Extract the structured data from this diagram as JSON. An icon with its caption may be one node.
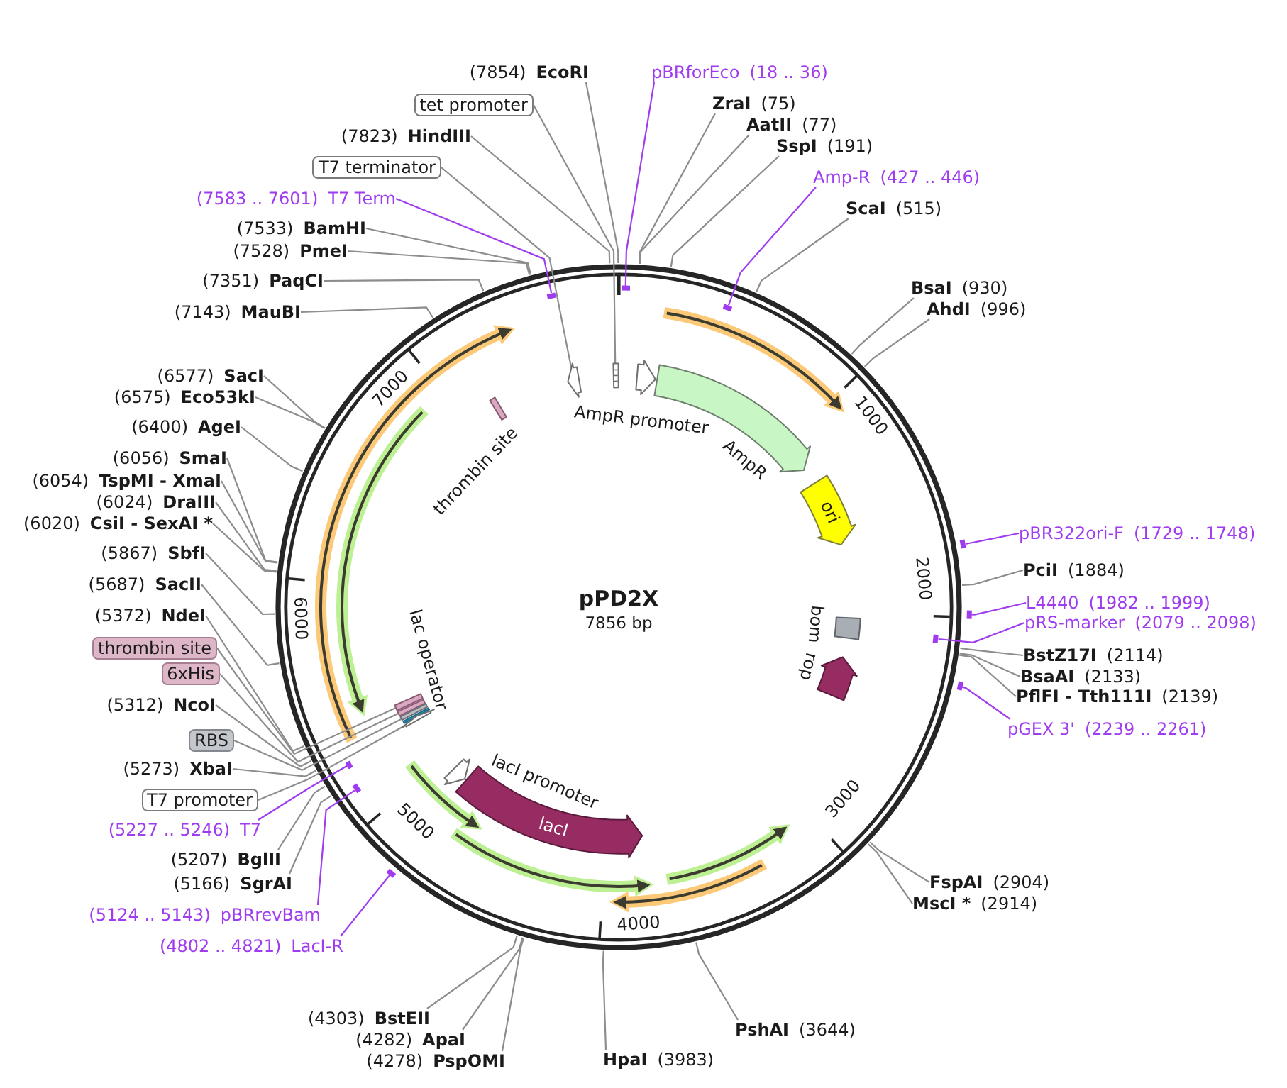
{
  "diagram": {
    "title": "pPD2X",
    "nodes": [
      {
        "text": [
          "pBRforEco",
          "(18 .. 36)"
        ]
      },
      {
        "text": [
          "ZraI",
          "(75)"
        ]
      },
      {
        "text": [
          "AatII",
          "(77)"
        ]
      },
      {
        "text": [
          "SspI",
          "(191)"
        ]
      },
      {
        "text": [
          "Amp-R",
          "(427 .. 446)"
        ]
      },
      {
        "text": [
          "ScaI",
          "(515)"
        ]
      },
      {
        "text": [
          "BsaI",
          "(930)"
        ]
      },
      {
        "text": [
          "AhdI",
          "(996)"
        ]
      },
      {
        "text": [
          "pBR322ori-F",
          "(1729 .. 1748)"
        ]
      },
      {
        "text": [
          "PciI",
          "(1884)"
        ]
      },
      {
        "text": [
          "L4440",
          "(1982 .. 1999)"
        ]
      },
      {
        "text": [
          "pRS-marker",
          "(2079 .. 2098)"
        ]
      },
      {
        "text": [
          "BstZ17I",
          "(2114)"
        ]
      },
      {
        "text": [
          "BsaAI",
          "(2133)"
        ]
      },
      {
        "text": [
          "PflFI - Tth111I",
          "(2139)"
        ]
      },
      {
        "text": [
          "pGEX 3'",
          "(2239 .. 2261)"
        ]
      },
      {
        "text": [
          "FspAI",
          "(2904)"
        ]
      },
      {
        "text": [
          "MscI *",
          "(2914)"
        ]
      },
      {
        "text": [
          "PshAI",
          "(3644)"
        ]
      },
      {
        "text": [
          "HpaI",
          "(3983)"
        ]
      },
      {
        "text": [
          "(4278)",
          "PspOMI"
        ]
      },
      {
        "text": [
          "(4282)",
          "ApaI"
        ]
      },
      {
        "text": [
          "(4303)",
          "BstEII"
        ]
      },
      {
        "text": [
          "(4802 .. 4821)",
          "LacI-R"
        ]
      },
      {
        "text": [
          "(5124 .. 5143)",
          "pBRrevBam"
        ]
      },
      {
        "text": [
          "(5166)",
          "SgrAI"
        ]
      },
      {
        "text": [
          "(5207)",
          "BglII"
        ]
      },
      {
        "text": [
          "(5227 .. 5246)",
          "T7"
        ]
      },
      {
        "text": [
          "T7 promoter"
        ]
      },
      {
        "text": [
          "(5273)",
          "XbaI"
        ]
      },
      {
        "text": [
          "RBS"
        ]
      },
      {
        "text": [
          "(5312)",
          "NcoI"
        ]
      },
      {
        "text": [
          "6xHis"
        ]
      },
      {
        "text": [
          "thrombin site"
        ]
      },
      {
        "text": [
          "(5372)",
          "NdeI"
        ]
      },
      {
        "text": [
          "(5687)",
          "SacII"
        ]
      },
      {
        "text": [
          "(5867)",
          "SbfI"
        ]
      },
      {
        "text": [
          "(6020)",
          "CsiI - SexAI *"
        ]
      },
      {
        "text": [
          "(6024)",
          "DraIII"
        ]
      },
      {
        "text": [
          "(6054)",
          "TspMI - XmaI"
        ]
      },
      {
        "text": [
          "(6056)",
          "SmaI"
        ]
      },
      {
        "text": [
          "(6400)",
          "AgeI"
        ]
      },
      {
        "text": [
          "(6575)",
          "Eco53kI"
        ]
      },
      {
        "text": [
          "(6577)",
          "SacI"
        ]
      },
      {
        "text": [
          "(7143)",
          "MauBI"
        ]
      },
      {
        "text": [
          "(7351)",
          "PaqCI"
        ]
      },
      {
        "text": [
          "(7528)",
          "PmeI"
        ]
      },
      {
        "text": [
          "(7533)",
          "BamHI"
        ]
      },
      {
        "text": [
          "(7583 .. 7601)",
          "T7 Term"
        ]
      },
      {
        "text": [
          "T7 terminator"
        ]
      },
      {
        "text": [
          "(7823)",
          "HindIII"
        ]
      },
      {
        "text": [
          "tet promoter"
        ]
      },
      {
        "text": [
          "(7854)",
          "EcoRI"
        ]
      },
      {
        "text": [
          "AmpR promoter"
        ]
      },
      {
        "text": [
          "AmpR"
        ]
      },
      {
        "text": [
          "ori"
        ]
      },
      {
        "text": [
          "bom"
        ]
      },
      {
        "text": [
          "rop"
        ]
      },
      {
        "text": [
          "lacI"
        ]
      },
      {
        "text": [
          "lacI promoter"
        ]
      },
      {
        "text": [
          "lac operator"
        ]
      },
      {
        "text": [
          "thrombin site"
        ]
      },
      {
        "text": [],
        "shape": "box"
      },
      {
        "text": [],
        "shape": "arrow"
      },
      {
        "text": [],
        "shape": "box"
      },
      {
        "text": [],
        "shape": "box"
      },
      {
        "text": [],
        "shape": "box"
      },
      {
        "text": [],
        "shape": "arrow"
      },
      {
        "text": [],
        "shape": "bar"
      },
      {
        "text": [],
        "shape": "bar"
      },
      {
        "text": [],
        "shape": "bar"
      },
      {
        "text": [],
        "shape": "bar"
      },
      {
        "text": [],
        "shape": "bar"
      },
      {
        "text": [],
        "shape": "bar"
      },
      {
        "text": [],
        "shape": "bar"
      },
      {
        "text": [],
        "shape": "bar"
      },
      {
        "text": [],
        "shape": "bar"
      },
      {
        "text": [],
        "shape": "bar"
      }
    ],
    "edges": [
      {
        "from": 0,
        "to": 68,
        "arrow": "none",
        "color": "#a03cf0"
      },
      {
        "from": 1,
        "to": null,
        "arrow": "none"
      },
      {
        "from": 2,
        "to": null,
        "arrow": "none"
      },
      {
        "from": 3,
        "to": null,
        "arrow": "none"
      },
      {
        "from": 4,
        "to": 69,
        "arrow": "none",
        "color": "#a03cf0"
      },
      {
        "from": 5,
        "to": null,
        "arrow": "none"
      },
      {
        "from": 6,
        "to": null,
        "arrow": "none"
      },
      {
        "from": 7,
        "to": null,
        "arrow": "none"
      },
      {
        "from": 8,
        "to": 70,
        "arrow": "none",
        "color": "#a03cf0"
      },
      {
        "from": 9,
        "to": null,
        "arrow": "none"
      },
      {
        "from": 10,
        "to": 71,
        "arrow": "none",
        "color": "#a03cf0"
      },
      {
        "from": 11,
        "to": 72,
        "arrow": "none",
        "color": "#a03cf0"
      },
      {
        "from": 12,
        "to": null,
        "arrow": "none"
      },
      {
        "from": 13,
        "to": null,
        "arrow": "none"
      },
      {
        "from": 14,
        "to": null,
        "arrow": "none"
      },
      {
        "from": 15,
        "to": 73,
        "arrow": "none",
        "color": "#a03cf0"
      },
      {
        "from": 16,
        "to": null,
        "arrow": "none"
      },
      {
        "from": 17,
        "to": null,
        "arrow": "none"
      },
      {
        "from": 18,
        "to": null,
        "arrow": "none"
      },
      {
        "from": 19,
        "to": null,
        "arrow": "none"
      },
      {
        "from": 20,
        "to": null,
        "arrow": "none"
      },
      {
        "from": 21,
        "to": null,
        "arrow": "none"
      },
      {
        "from": 22,
        "to": null,
        "arrow": "none"
      },
      {
        "from": 23,
        "to": 74,
        "arrow": "none",
        "color": "#a03cf0"
      },
      {
        "from": 24,
        "to": 75,
        "arrow": "none",
        "color": "#a03cf0"
      },
      {
        "from": 25,
        "to": null,
        "arrow": "none"
      },
      {
        "from": 26,
        "to": null,
        "arrow": "none"
      },
      {
        "from": 27,
        "to": 76,
        "arrow": "none",
        "color": "#a03cf0"
      },
      {
        "from": 28,
        "to": 67,
        "arrow": "none"
      },
      {
        "from": 29,
        "to": null,
        "arrow": "none"
      },
      {
        "from": 30,
        "to": 66,
        "arrow": "none"
      },
      {
        "from": 31,
        "to": null,
        "arrow": "none"
      },
      {
        "from": 32,
        "to": 65,
        "arrow": "none"
      },
      {
        "from": 33,
        "to": 64,
        "arrow": "none"
      },
      {
        "from": 34,
        "to": null,
        "arrow": "none"
      },
      {
        "from": 35,
        "to": null,
        "arrow": "none"
      },
      {
        "from": 36,
        "to": null,
        "arrow": "none"
      },
      {
        "from": 37,
        "to": null,
        "arrow": "none"
      },
      {
        "from": 38,
        "to": null,
        "arrow": "none"
      },
      {
        "from": 39,
        "to": null,
        "arrow": "none"
      },
      {
        "from": 40,
        "to": null,
        "arrow": "none"
      },
      {
        "from": 41,
        "to": null,
        "arrow": "none"
      },
      {
        "from": 42,
        "to": null,
        "arrow": "none"
      },
      {
        "from": 43,
        "to": null,
        "arrow": "none"
      },
      {
        "from": 44,
        "to": null,
        "arrow": "none"
      },
      {
        "from": 45,
        "to": null,
        "arrow": "none"
      },
      {
        "from": 46,
        "to": null,
        "arrow": "none"
      },
      {
        "from": 47,
        "to": null,
        "arrow": "none"
      },
      {
        "from": 48,
        "to": 77,
        "arrow": "none",
        "color": "#a03cf0"
      },
      {
        "from": 49,
        "to": 63,
        "arrow": "none"
      },
      {
        "from": 50,
        "to": null,
        "arrow": "none"
      },
      {
        "from": 51,
        "to": 62,
        "arrow": "none"
      },
      {
        "from": 52,
        "to": null,
        "arrow": "none"
      }
    ],
    "labels": [
      "7856 bp",
      "1000",
      "2000",
      "3000",
      "4000",
      "5000",
      "6000",
      "7000"
    ]
  }
}
